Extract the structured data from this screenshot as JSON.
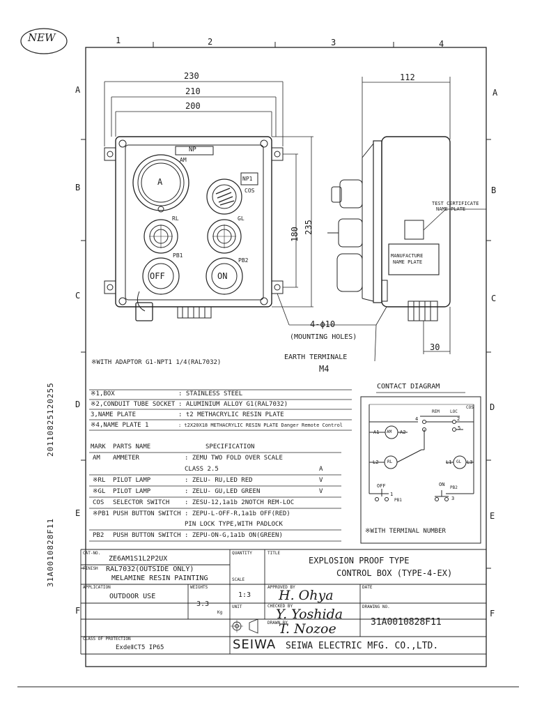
{
  "stamp": "NEW",
  "border": {
    "columns": [
      "1",
      "2",
      "3",
      "4"
    ],
    "rows": [
      "A",
      "B",
      "C",
      "D",
      "E",
      "F"
    ]
  },
  "side_codes": [
    "20110825120255",
    "31A0010828F11"
  ],
  "dims": {
    "w230": "230",
    "w210": "210",
    "w200": "200",
    "w112": "112",
    "h180": "180",
    "h235": "235",
    "holes": "4-ϕ10",
    "holes_note": "(MOUNTING HOLES)",
    "w30": "30",
    "earth": "EARTH TERMINALE",
    "earth_size": "M4"
  },
  "front_labels": {
    "np": "NP",
    "am": "AM",
    "np1": "NP1",
    "cos": "COS",
    "rl": "RL",
    "gl": "GL",
    "pb1": "PB1",
    "pb2": "PB2",
    "off": "OFF",
    "on": "ON",
    "a": "A"
  },
  "side_labels": {
    "test_cert": "TEST CERTIFICATE",
    "test_cert2": "NAME PLATE",
    "mfg": "MANUFACTURE",
    "mfg2": "NAME PLATE"
  },
  "adaptor": "※WITH ADAPTOR G1-NPT1 1/4(RAL7032)",
  "materials": [
    {
      "k": "※1,BOX",
      "v": ": STAINLESS STEEL"
    },
    {
      "k": "※2,CONDUIT TUBE SOCKET",
      "v": ": ALUMINIUM ALLOY G1(RAL7032)"
    },
    {
      "k": "3,NAME PLATE",
      "v": ": t2 METHACRYLIC RESIN PLATE"
    },
    {
      "k": "※4,NAME PLATE 1",
      "v": ": t2X20X18 METHACRYLIC RESIN PLATE  Danger Remote Control"
    }
  ],
  "parts_header": {
    "mark": "MARK",
    "name": "PARTS NAME",
    "spec": "SPECIFICATION"
  },
  "parts": [
    {
      "mark": "AM",
      "name": "AMMETER",
      "spec": ": ZEMU TWO FOLD OVER SCALE",
      "extra": ""
    },
    {
      "mark": "",
      "name": "",
      "spec": "  CLASS 2.5",
      "extra": "A"
    },
    {
      "mark": "※RL",
      "name": "PILOT LAMP",
      "spec": ": ZELU- RU,LED RED",
      "extra": "V"
    },
    {
      "mark": "※GL",
      "name": "PILOT LAMP",
      "spec": ": ZELU- GU,LED GREEN",
      "extra": "V"
    },
    {
      "mark": "COS",
      "name": "SELECTOR SWITCH",
      "spec": ": ZESU-12,1a1b 2NOTCH REM-LOC",
      "extra": ""
    },
    {
      "mark": "※PB1",
      "name": "PUSH BUTTON SWITCH",
      "spec": ": ZEPU-L-OFF-R,1a1b OFF(RED)",
      "extra": ""
    },
    {
      "mark": "",
      "name": "",
      "spec": "  PIN LOCK TYPE,WITH PADLOCK",
      "extra": ""
    },
    {
      "mark": "PB2",
      "name": "PUSH BUTTON SWITCH",
      "spec": ": ZEPU-ON-G,1a1b  ON(GREEN)",
      "extra": ""
    }
  ],
  "contact": {
    "title": "CONTACT DIAGRAM",
    "rem": "REM",
    "loc": "LOC",
    "cos": "COS",
    "a1": "A1",
    "am": "AM",
    "a2": "A2",
    "l2": "L2",
    "rl": "RL",
    "l1": "L1",
    "gl": "GL",
    "l3": "L3",
    "off": "OFF",
    "on": "ON",
    "pb1": "PB1",
    "pb2": "PB2",
    "n4": "4",
    "n1": "1",
    "n2": "2",
    "n5": "5",
    "n3": "3",
    "note": "※WITH TERMINAL NUMBER"
  },
  "title_block": {
    "cat_no_label": "CAT-NO.",
    "cat_no": "ZE6AM1S1L2P2UX",
    "quantity_label": "QUANTITY",
    "title_label": "TITLE",
    "title1": "EXPLOSION PROOF TYPE",
    "title2": "CONTROL BOX (TYPE-4-EX)",
    "finish_label": "FINISH",
    "finish1": "RAL7032(OUTSIDE ONLY)",
    "finish2": "MELAMINE RESIN PAINTING",
    "scale_label": "SCALE",
    "scale": "1:3",
    "application_label": "APPLICATION",
    "application": "OUTDOOR USE",
    "weight_label": "WEIGHTS",
    "weight": "3.3",
    "weight_unit": "Kg",
    "approved_label": "APPROVED BY",
    "approved": "H. Ohya",
    "date_label": "DATE",
    "unit_label": "UNIT",
    "checked_label": "CHECKED BY",
    "checked": "Y. Yoshida",
    "drawing_no_label": "DRAWING NO.",
    "drawing_no": "31A0010828F11",
    "drawn_label": "DRAWN BY",
    "drawn": "T. Nozoe",
    "class_label": "CLASS OF PROTECTION",
    "class": "ExdeⅡCT5  IP65",
    "brand": "SEIWA",
    "company": "SEIWA ELECTRIC MFG. CO.,LTD."
  }
}
